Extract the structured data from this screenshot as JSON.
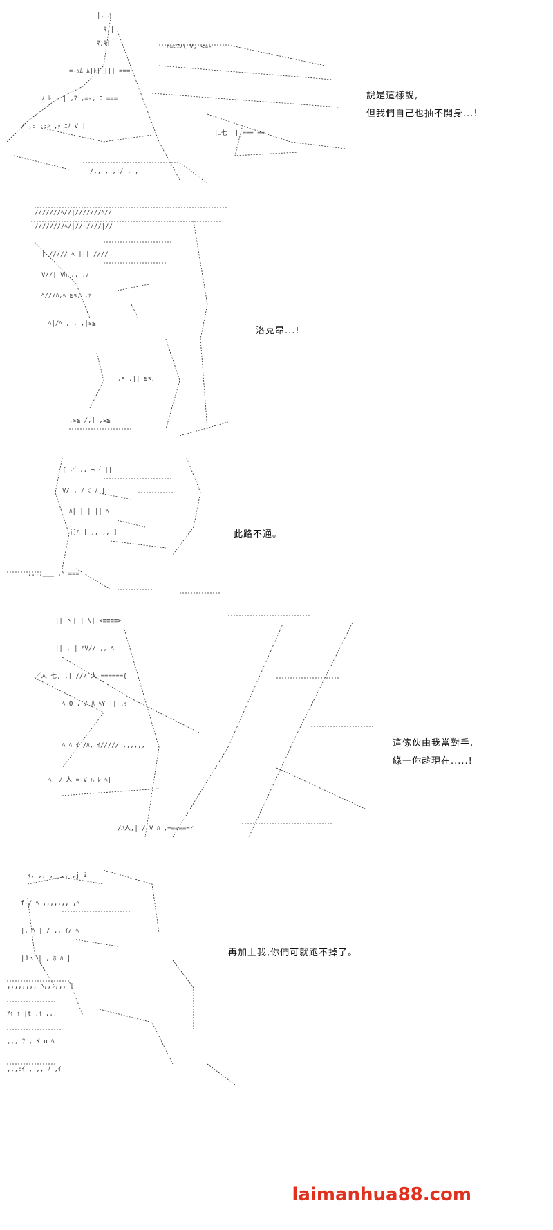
{
  "page": {
    "background": "#ffffff",
    "ink": "#111111",
    "watermark_color": "#e0301e"
  },
  "panels": [
    {
      "id": "panel-1",
      "caption_lines": [
        "說是這樣說,",
        "但我們自己也抽不開身...!"
      ]
    },
    {
      "id": "panel-2",
      "caption_lines": [
        "洛克昂...!"
      ]
    },
    {
      "id": "panel-3",
      "caption_lines": [
        "此路不通。"
      ]
    },
    {
      "id": "panel-4",
      "caption_lines": [
        "這傢伙由我當對手,",
        "綠一你趁現在.....!"
      ]
    },
    {
      "id": "panel-5",
      "caption_lines": [
        "再加上我,你們可就跑不掉了。"
      ]
    }
  ],
  "watermark": {
    "text": "laimanhua88.com"
  }
}
